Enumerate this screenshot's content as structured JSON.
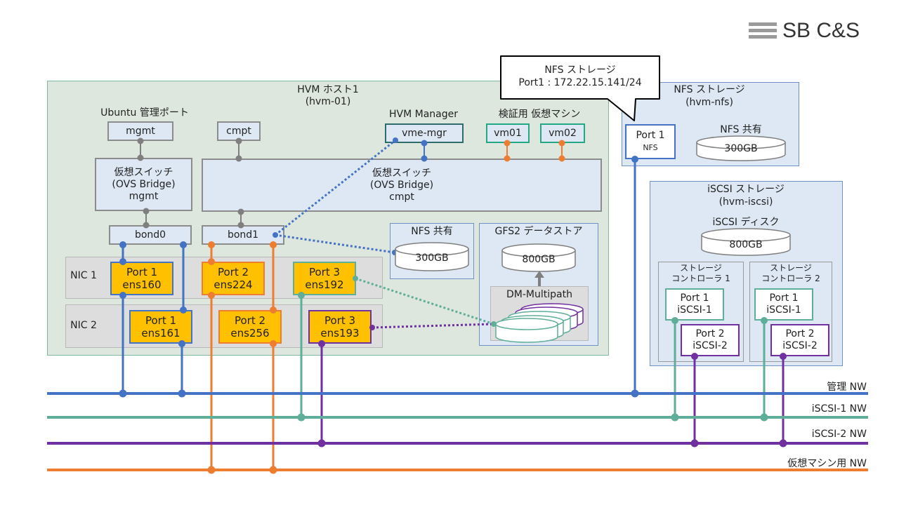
{
  "logo": {
    "text": "SB C&S"
  },
  "callout": {
    "line1": "NFS ストレージ",
    "line2": "Port1 : 172.22.15.141/24"
  },
  "host": {
    "title": "HVM ホスト1",
    "subtitle": "(hvm-01)",
    "ubuntu_label": "Ubuntu 管理ポート",
    "mgmt_port": "mgmt",
    "cmpt_port": "cmpt",
    "hvm_manager_label": "HVM Manager",
    "vme_mgr": "vme-mgr",
    "vm_label": "検証用 仮想マシン",
    "vm01": "vm01",
    "vm02": "vm02",
    "vswitch_mgmt": {
      "l1": "仮想スイッチ",
      "l2": "(OVS Bridge)",
      "l3": "mgmt"
    },
    "vswitch_cmpt": {
      "l1": "仮想スイッチ",
      "l2": "(OVS Bridge)",
      "l3": "cmpt"
    },
    "bond0": "bond0",
    "bond1": "bond1",
    "nfs_share": {
      "title": "NFS 共有",
      "size": "300GB"
    },
    "gfs2": {
      "title": "GFS2 データストア",
      "size": "800GB",
      "multipath": "DM-Multipath"
    },
    "nic1": {
      "label": "NIC 1",
      "ports": [
        {
          "l1": "Port 1",
          "l2": "ens160"
        },
        {
          "l1": "Port 2",
          "l2": "ens224"
        },
        {
          "l1": "Port 3",
          "l2": "ens192"
        }
      ]
    },
    "nic2": {
      "label": "NIC 2",
      "ports": [
        {
          "l1": "Port 1",
          "l2": "ens161"
        },
        {
          "l1": "Port 2",
          "l2": "ens256"
        },
        {
          "l1": "Port 3",
          "l2": "ens193"
        }
      ]
    }
  },
  "nfs_storage": {
    "title": "NFS ストレージ",
    "subtitle": "(hvm-nfs)",
    "port": {
      "l1": "Port 1",
      "l2": "NFS"
    },
    "share": {
      "title": "NFS 共有",
      "size": "300GB"
    }
  },
  "iscsi_storage": {
    "title": "iSCSI ストレージ",
    "subtitle": "(hvm-iscsi)",
    "disk": {
      "title": "iSCSI ディスク",
      "size": "800GB"
    },
    "controllers": [
      {
        "l1": "ストレージ",
        "l2": "コントローラ 1",
        "p1": {
          "l1": "Port 1",
          "l2": "iSCSI-1"
        },
        "p2": {
          "l1": "Port 2",
          "l2": "iSCSI-2"
        }
      },
      {
        "l1": "ストレージ",
        "l2": "コントローラ 2",
        "p1": {
          "l1": "Port 1",
          "l2": "iSCSI-1"
        },
        "p2": {
          "l1": "Port 2",
          "l2": "iSCSI-2"
        }
      }
    ]
  },
  "networks": {
    "mgmt": "管理 NW",
    "iscsi1": "iSCSI-1 NW",
    "iscsi2": "iSCSI-2 NW",
    "vm": "仮想マシン用 NW"
  },
  "colors": {
    "mgmt": "#4472c4",
    "iscsi1": "#5fae99",
    "iscsi2": "#7030a0",
    "vm": "#ed7d31",
    "gray": "#7f7f7f",
    "port_fill": "#ffc000"
  }
}
